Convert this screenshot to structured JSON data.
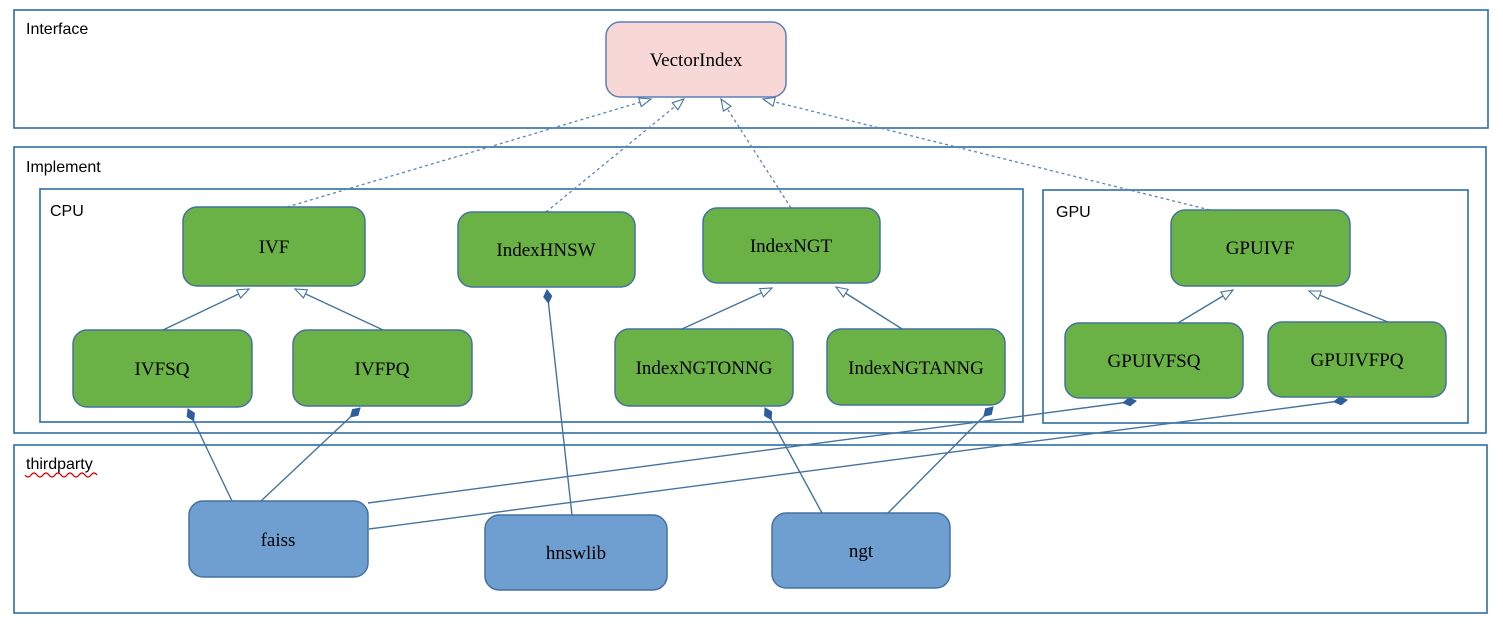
{
  "diagram": {
    "title_hint": "VectorIndex class architecture diagram",
    "frames": {
      "interface": {
        "label": "Interface"
      },
      "implement": {
        "label": "Implement"
      },
      "cpu": {
        "label": "CPU"
      },
      "gpu": {
        "label": "GPU"
      },
      "thirdparty": {
        "label": "thirdparty",
        "spellcheck_underline": true
      }
    },
    "nodes": {
      "vectorindex": {
        "label": "VectorIndex",
        "group": "interface"
      },
      "ivf": {
        "label": "IVF",
        "group": "cpu"
      },
      "indexhnsw": {
        "label": "IndexHNSW",
        "group": "cpu"
      },
      "indexngt": {
        "label": "IndexNGT",
        "group": "cpu"
      },
      "ivfsq": {
        "label": "IVFSQ",
        "group": "cpu"
      },
      "ivfpq": {
        "label": "IVFPQ",
        "group": "cpu"
      },
      "indexngtonng": {
        "label": "IndexNGTONNG",
        "group": "cpu"
      },
      "indexngtanng": {
        "label": "IndexNGTANNG",
        "group": "cpu"
      },
      "gpuivf": {
        "label": "GPUIVF",
        "group": "gpu"
      },
      "gpuivfsq": {
        "label": "GPUIVFSQ",
        "group": "gpu"
      },
      "gpuivfpq": {
        "label": "GPUIVFPQ",
        "group": "gpu"
      },
      "faiss": {
        "label": "faiss",
        "group": "thirdparty"
      },
      "hnswlib": {
        "label": "hnswlib",
        "group": "thirdparty"
      },
      "ngt": {
        "label": "ngt",
        "group": "thirdparty"
      }
    },
    "edges": [
      {
        "from": "ivf",
        "to": "vectorindex",
        "type": "realization-dashed-hollow-arrow"
      },
      {
        "from": "indexhnsw",
        "to": "vectorindex",
        "type": "realization-dashed-hollow-arrow"
      },
      {
        "from": "indexngt",
        "to": "vectorindex",
        "type": "realization-dashed-hollow-arrow"
      },
      {
        "from": "gpuivf",
        "to": "vectorindex",
        "type": "realization-dashed-hollow-arrow"
      },
      {
        "from": "ivfsq",
        "to": "ivf",
        "type": "generalization-hollow-arrow"
      },
      {
        "from": "ivfpq",
        "to": "ivf",
        "type": "generalization-hollow-arrow"
      },
      {
        "from": "indexngtonng",
        "to": "indexngt",
        "type": "generalization-hollow-arrow"
      },
      {
        "from": "indexngtanng",
        "to": "indexngt",
        "type": "generalization-hollow-arrow"
      },
      {
        "from": "gpuivfsq",
        "to": "gpuivf",
        "type": "generalization-hollow-arrow"
      },
      {
        "from": "gpuivfpq",
        "to": "gpuivf",
        "type": "generalization-hollow-arrow"
      },
      {
        "from": "faiss",
        "to": "ivfsq",
        "type": "composition-filled-diamond"
      },
      {
        "from": "faiss",
        "to": "ivfpq",
        "type": "composition-filled-diamond"
      },
      {
        "from": "faiss",
        "to": "gpuivfsq",
        "type": "composition-filled-diamond"
      },
      {
        "from": "faiss",
        "to": "gpuivfpq",
        "type": "composition-filled-diamond"
      },
      {
        "from": "hnswlib",
        "to": "indexhnsw",
        "type": "composition-filled-diamond"
      },
      {
        "from": "ngt",
        "to": "indexngtonng",
        "type": "composition-filled-diamond"
      },
      {
        "from": "ngt",
        "to": "indexngtanng",
        "type": "composition-filled-diamond"
      }
    ],
    "colors": {
      "interface_node_fill": "#f8d8d6",
      "implement_node_fill": "#6bb246",
      "thirdparty_node_fill": "#6f9fd0",
      "node_border": "#44729f",
      "frame_border": "#2e6da4",
      "connector_solid": "#44739e",
      "connector_dashed": "#5b84bd",
      "diamond_fill": "#2f5e9e",
      "spellcheck_red": "#de0000",
      "text": "#000000",
      "background": "#ffffff"
    }
  }
}
